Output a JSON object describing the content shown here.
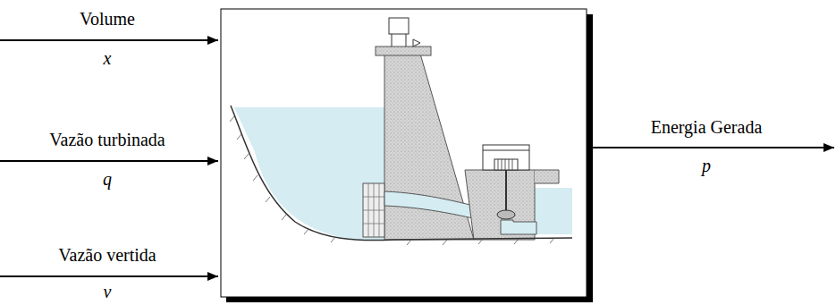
{
  "diagram": {
    "labels": [
      "Volume",
      "x",
      "Vazão turbinada",
      "q",
      "Vazão vertida",
      "v",
      "Energia Gerada",
      "p"
    ]
  }
}
